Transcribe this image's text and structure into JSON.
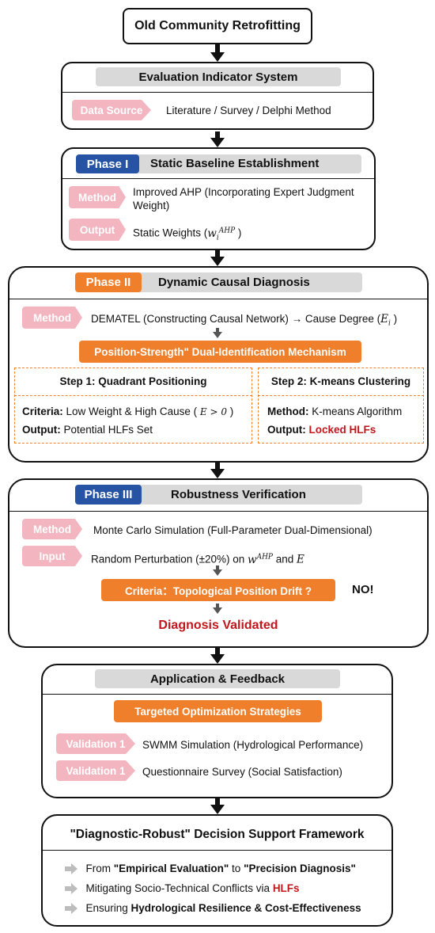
{
  "top_title": "Old Community Retrofitting",
  "eval": {
    "title": "Evaluation Indicator System",
    "tag": "Data Source",
    "text": "Literature / Survey / Delphi Method"
  },
  "phase1": {
    "tag": "Phase I",
    "title": "Static Baseline Establishment",
    "method_tag": "Method",
    "method_text": "Improved AHP (Incorporating Expert Judgment Weight)",
    "output_tag": "Output",
    "output_text": "Static Weights (",
    "output_symbol": "w",
    "output_sub": "i",
    "output_sup": "AHP",
    "output_close": ")"
  },
  "phase2": {
    "tag": "Phase II",
    "title": "Dynamic Causal Diagnosis",
    "method_tag": "Method",
    "method_text": "DEMATEL (Constructing Causal Network) → Cause Degree (",
    "method_symbol": "E",
    "method_sub": "i",
    "method_close": ")",
    "mechanism": "Position-Strength\" Dual-Identification Mechanism",
    "step1": {
      "title": "Step 1: Quadrant Positioning",
      "criteria_label": "Criteria:",
      "criteria_text": "Low Weight & High Cause (",
      "criteria_expr": "E > 0",
      "criteria_close": ")",
      "output_label": "Output:",
      "output_text": "Potential HLFs Set"
    },
    "step2": {
      "title": "Step 2: K-means Clustering",
      "method_label": "Method:",
      "method_text": "K-means Algorithm",
      "output_label": "Output:",
      "output_text": "Locked HLFs"
    }
  },
  "phase3": {
    "tag": "Phase III",
    "title": "Robustness Verification",
    "method_tag": "Method",
    "method_text": "Monte Carlo Simulation (Full-Parameter Dual-Dimensional)",
    "input_tag": "Input",
    "input_text": "Random Perturbation (±20%) on ",
    "input_symbol": "w",
    "input_sup": "AHP",
    "input_and": " and ",
    "input_symbol2": "E",
    "criteria": "Criteria：Topological Position Drift ?",
    "no_label": "NO!",
    "validated": "Diagnosis Validated"
  },
  "app": {
    "title": "Application & Feedback",
    "strategies": "Targeted Optimization Strategies",
    "val1_tag": "Validation 1",
    "val1_text": "SWMM Simulation (Hydrological Performance)",
    "val2_tag": "Validation 1",
    "val2_text": "Questionnaire Survey (Social Satisfaction)"
  },
  "framework": {
    "title": "\"Diagnostic-Robust\" Decision Support Framework",
    "item1_pre": "From ",
    "item1_b1": "\"Empirical Evaluation\"",
    "item1_mid": " to ",
    "item1_b2": "\"Precision Diagnosis\"",
    "item2_pre": "Mitigating Socio-Technical Conflicts via ",
    "item2_red": "HLFs",
    "item3_pre": "Ensuring ",
    "item3_bold": "Hydrological Resilience & Cost-Effectiveness"
  },
  "colors": {
    "blue": "#2653a4",
    "orange": "#ef7f2b",
    "pink": "#f3b6c0",
    "grey": "#d9d9d9",
    "red": "#c0171d"
  }
}
